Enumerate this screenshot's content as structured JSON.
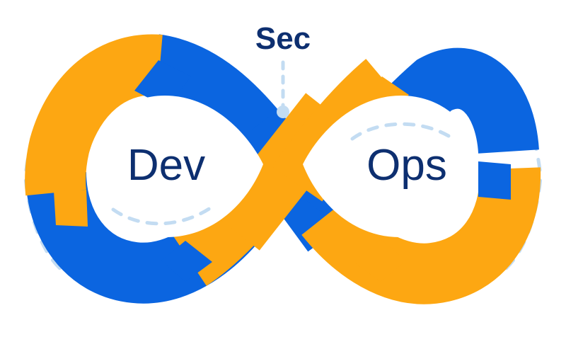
{
  "diagram": {
    "title": "DevSecOps infinity loop",
    "type": "infinity-loop",
    "labels": {
      "left": "Dev",
      "center": "Sec",
      "right": "Ops"
    },
    "colors": {
      "orange": "#fda712",
      "blue": "#0b65e0",
      "navy": "#0d2f70",
      "dashed": "#c3dcf2",
      "background": "#ffffff"
    },
    "segments": [
      {
        "id": "left-outer-upper",
        "color_name": "orange",
        "color": "#fda712"
      },
      {
        "id": "left-outer-lower",
        "color_name": "blue",
        "color": "#0b65e0"
      },
      {
        "id": "left-to-center-upper",
        "color_name": "blue",
        "color": "#0b65e0"
      },
      {
        "id": "left-to-center-lower",
        "color_name": "orange",
        "color": "#fda712"
      },
      {
        "id": "center-cross-over",
        "color_name": "orange",
        "color": "#fda712"
      },
      {
        "id": "center-cross-under",
        "color_name": "blue",
        "color": "#0b65e0"
      },
      {
        "id": "right-outer-upper",
        "color_name": "blue",
        "color": "#0b65e0"
      },
      {
        "id": "right-outer-lower",
        "color_name": "orange",
        "color": "#fda712"
      }
    ],
    "connector": {
      "style": "dashed",
      "color": "#c3dcf2",
      "endpoint": "dot"
    },
    "guides": [
      {
        "id": "outer-arc-left",
        "style": "dashed",
        "color": "#c3dcf2"
      },
      {
        "id": "outer-arc-right",
        "style": "dashed",
        "color": "#c3dcf2"
      },
      {
        "id": "inner-arc-left",
        "style": "dashed",
        "color": "#c3dcf2"
      },
      {
        "id": "inner-arc-right",
        "style": "dashed",
        "color": "#c3dcf2"
      }
    ]
  }
}
